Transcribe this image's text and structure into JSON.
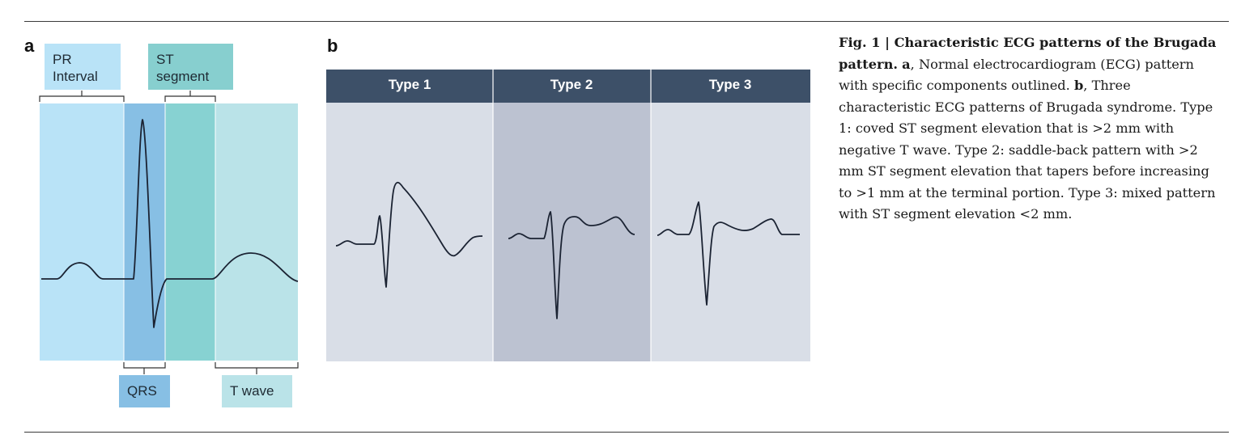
{
  "panel_a": {
    "letter": "a",
    "labels": {
      "pr_line1": "PR",
      "pr_line2": "Interval",
      "st_line1": "ST",
      "st_line2": "segment",
      "qrs": "QRS",
      "t_wave": "T wave"
    },
    "colors": {
      "pr": "#b9e3f7",
      "qrs": "#87bfe4",
      "st": "#87d2d2",
      "t": "#bae3e8",
      "pr_label": "#b9e3f7",
      "st_label": "#87cfcf",
      "qrs_label": "#87bfe4",
      "t_label": "#bae3e8"
    }
  },
  "panel_b": {
    "letter": "b",
    "types": [
      {
        "label": "Type 1",
        "bg": "#d9dee7"
      },
      {
        "label": "Type 2",
        "bg": "#bcc2d1"
      },
      {
        "label": "Type 3",
        "bg": "#d9dee7"
      }
    ],
    "header_color": "#3d5068"
  },
  "caption": {
    "fig_label": "Fig. 1 | ",
    "title": "Characteristic ECG patterns of the Brugada pattern.",
    "a_letter": "a",
    "a_text": ", Normal electrocardiogram (ECG) pattern with specific components outlined.",
    "b_letter": "b",
    "b_text": ", Three characteristic ECG patterns of Brugada syndrome. Type 1: coved ST segment elevation that is >2 mm with negative T wave. Type 2: saddle-back pattern with >2 mm ST segment elevation that tapers before increasing to >1 mm at the terminal portion. Type 3: mixed pattern with ST segment elevation <2 mm."
  }
}
